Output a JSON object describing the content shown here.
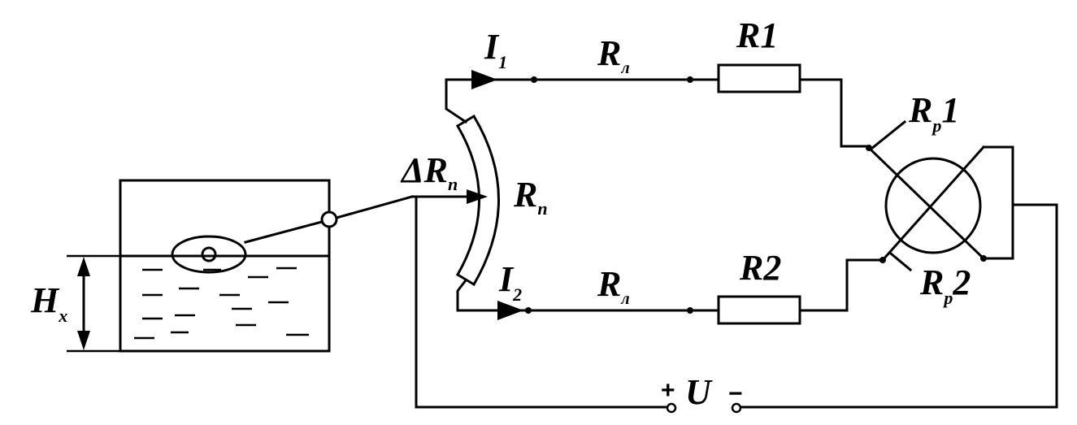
{
  "labels": {
    "i1": {
      "main": "I",
      "sub": "1"
    },
    "i2": {
      "main": "I",
      "sub": "2"
    },
    "rl_top": {
      "main": "R",
      "sub": "л"
    },
    "rl_bottom": {
      "main": "R",
      "sub": "л"
    },
    "r1": "R1",
    "r2": "R2",
    "rp1": {
      "main": "R",
      "sub": "р",
      "tail": "1"
    },
    "rp2": {
      "main": "R",
      "sub": "р",
      "tail": "2"
    },
    "delta_rn": {
      "main": "ΔR",
      "sub": "п"
    },
    "rn": {
      "main": "R",
      "sub": "п"
    },
    "hx": {
      "main": "H",
      "sub": "x"
    },
    "voltage": "U",
    "plus": "+",
    "minus": "−"
  }
}
